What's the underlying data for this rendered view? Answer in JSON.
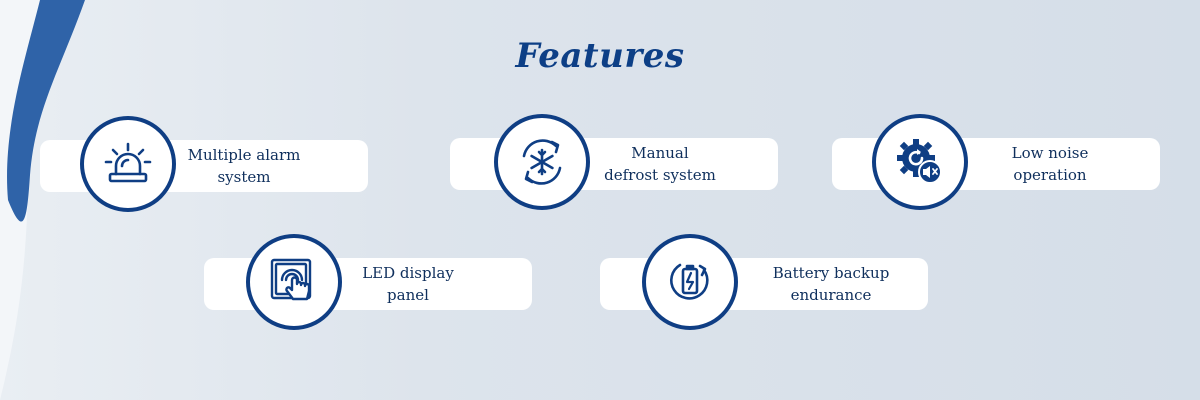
{
  "page": {
    "title": "Features"
  },
  "colors": {
    "primary": "#0f3e84",
    "accent_stripe": "#2f63a8",
    "card": "#ffffff"
  },
  "features": [
    {
      "icon": "alarm-light-icon",
      "line1": "Multiple alarm",
      "line2": "system"
    },
    {
      "icon": "snowflake-refresh-icon",
      "line1": "Manual",
      "line2": "defrost system"
    },
    {
      "icon": "gear-mute-icon",
      "line1": "Low noise",
      "line2": "operation"
    },
    {
      "icon": "touch-panel-icon",
      "line1": "LED display",
      "line2": "panel"
    },
    {
      "icon": "battery-charge-icon",
      "line1": "Battery backup",
      "line2": "endurance"
    }
  ]
}
